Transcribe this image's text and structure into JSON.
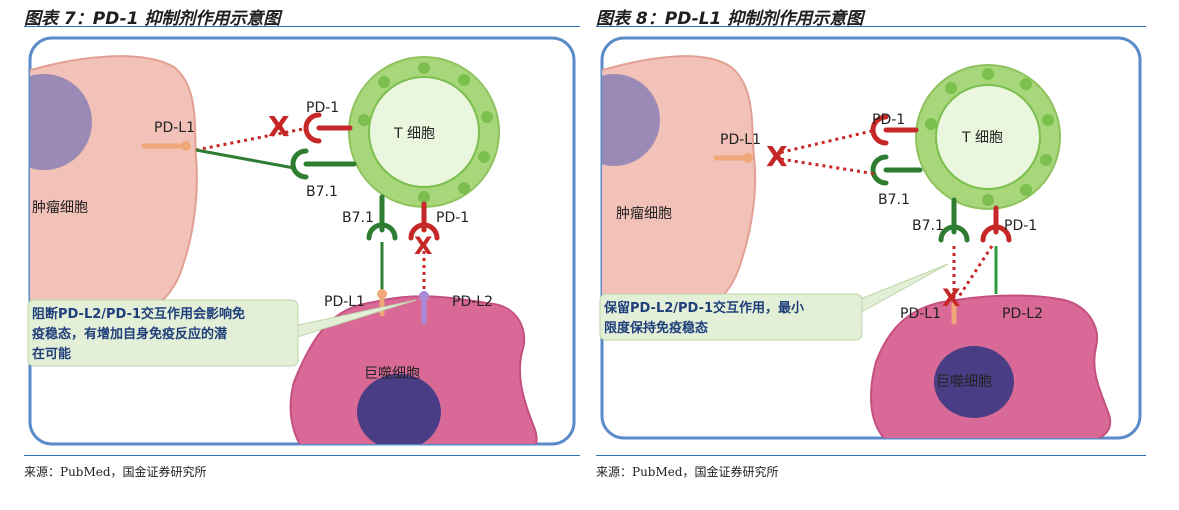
{
  "left": {
    "title": "图表 7：PD-1 抑制剂作用示意图",
    "source": "来源：PubMed，国金证券研究所",
    "labels": {
      "t_cell": "T 细胞",
      "tumor_cell": "肿瘤细胞",
      "macrophage": "巨噬细胞",
      "pdl1_top": "PD-L1",
      "pd1_top": "PD-1",
      "b71_top": "B7.1",
      "b71_bottom": "B7.1",
      "pd1_bottom": "PD-1",
      "pdl1_bottom": "PD-L1",
      "pdl2": "PD-L2",
      "block_mark_top": "X",
      "block_mark_bottom": "X"
    },
    "callout": {
      "line1": "阻断PD-L2/PD-1交互作用会影响免",
      "line2": "疫稳态，有增加自身免疫反应的潜",
      "line3": "在可能"
    }
  },
  "right": {
    "title": "图表 8：PD-L1 抑制剂作用示意图",
    "source": "来源：PubMed，国金证券研究所",
    "labels": {
      "t_cell": "T 细胞",
      "tumor_cell": "肿瘤细胞",
      "macrophage": "巨噬细胞",
      "pdl1_top": "PD-L1",
      "pd1_top": "PD-1",
      "b71_top": "B7.1",
      "b71_bottom": "B7.1",
      "pd1_bottom": "PD-1",
      "pdl1_bottom": "PD-L1",
      "pdl2": "PD-L2",
      "block_mark_top": "X",
      "block_mark_bottom": "X"
    },
    "callout": {
      "line1": "保留PD-L2/PD-1交互作用，最小",
      "line2": "限度保持免疫稳态"
    }
  },
  "colors": {
    "title_rule": "#2f6fb3",
    "frame": "#5b8bc8",
    "tumor_cell": "#f2c1b8",
    "nucleus": "#9a8ab5",
    "t_cell": "#a8d67a",
    "t_cell_inner": "#eaf6dd",
    "t_cell_dot": "#7bbf4e",
    "macrophage": "#d96a97",
    "macro_nucleus": "#4a3d86",
    "pd1_receptor": "#c62828",
    "b71_receptor": "#2e7d32",
    "pdl1_ligand": "#f0a878",
    "pdl2_ligand": "#a78bd8",
    "callout_bg": "#e4efd8"
  }
}
